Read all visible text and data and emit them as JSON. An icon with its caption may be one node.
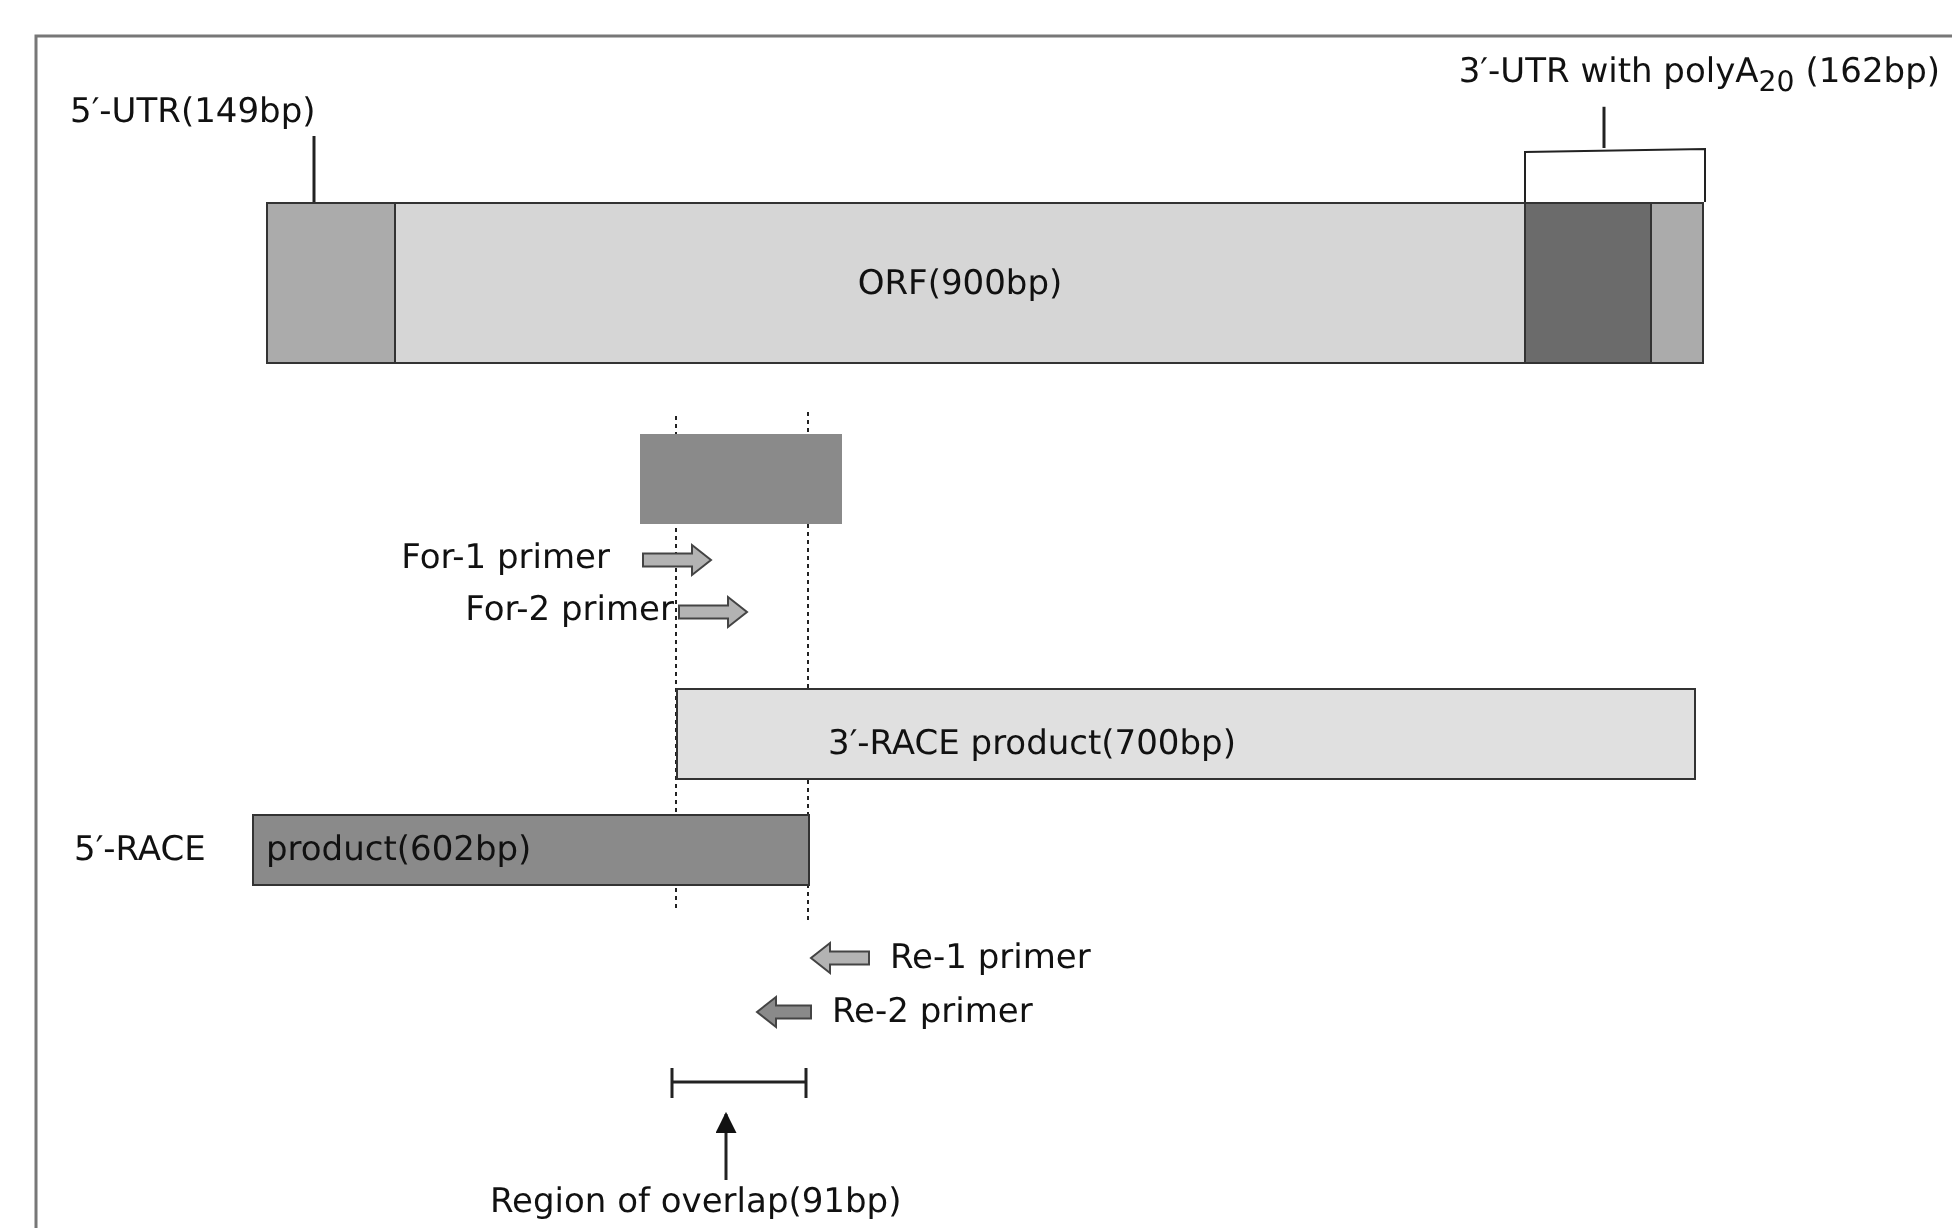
{
  "diagram": {
    "nodes": [
      {
        "text": [
          "5′-UTR(149bp)"
        ]
      },
      {
        "text": [
          "3′-UTR with polyA$_{20}$ (162bp)"
        ]
      },
      {
        "text": [],
        "shape": "bar"
      },
      {
        "text": [
          "ORF(900bp)"
        ]
      },
      {
        "text": [],
        "shape": "bar"
      },
      {
        "text": [],
        "shape": "bar"
      },
      {
        "text": [],
        "shape": "box"
      },
      {
        "text": [],
        "shape": "arrow",
        "beside": [
          "For-1 primer"
        ]
      },
      {
        "text": [],
        "shape": "arrow",
        "beside": [
          "For-2 primer"
        ]
      },
      {
        "text": [
          "3′-RACE product(700bp)"
        ]
      },
      {
        "text": [
          "product(602bp)"
        ],
        "beside": [
          "5′-RACE"
        ]
      },
      {
        "text": [],
        "shape": "arrow",
        "beside": [
          "Re-1 primer"
        ]
      },
      {
        "text": [],
        "shape": "arrow",
        "beside": [
          "Re-2 primer"
        ]
      },
      {
        "text": [
          "Region of overlap(91bp)"
        ]
      },
      {
        "text": [],
        "shape": "bracket"
      }
    ],
    "edges": [
      {
        "from": 0,
        "to": 2,
        "arrow": "none"
      },
      {
        "from": 1,
        "to": 14,
        "arrow": "none"
      },
      {
        "from": 13,
        "to": null,
        "arrow": "to"
      }
    ]
  }
}
